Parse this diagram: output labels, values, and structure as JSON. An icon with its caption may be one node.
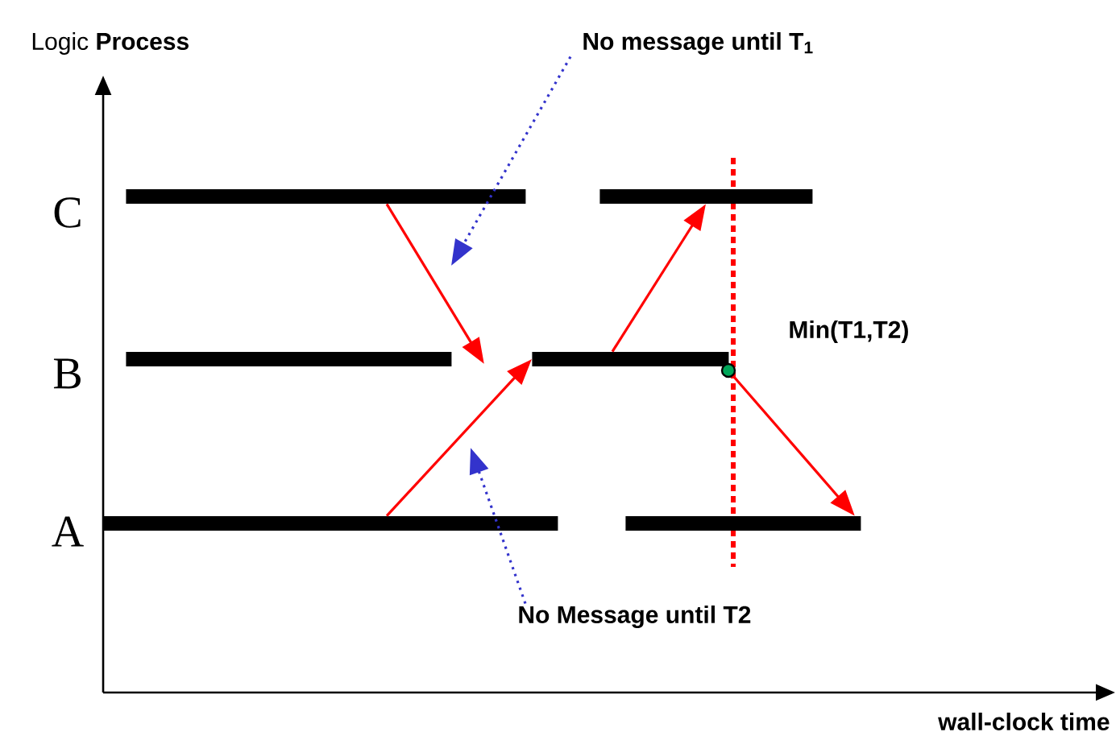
{
  "diagram": {
    "nodes": [
      {
        "text": [],
        "shape": "bar"
      },
      {
        "text": [],
        "shape": "bar"
      },
      {
        "text": [],
        "shape": "bar"
      },
      {
        "text": [],
        "shape": "bar"
      },
      {
        "text": [],
        "shape": "bar"
      },
      {
        "text": [],
        "shape": "bar"
      },
      {
        "text": [],
        "shape": "circle"
      },
      {
        "text": [
          "No message until T$_{1}$"
        ]
      },
      {
        "text": [
          "No Message until T2"
        ]
      }
    ],
    "edges": [
      {
        "from": 0,
        "to": 2,
        "arrow": "to"
      },
      {
        "from": 4,
        "to": 3,
        "arrow": "to"
      },
      {
        "from": 3,
        "to": 1,
        "arrow": "to"
      },
      {
        "from": 6,
        "to": 5,
        "arrow": "to"
      },
      {
        "from": 7,
        "to": null,
        "arrow": "to",
        "style": "dashed",
        "color": "#3333cc"
      },
      {
        "from": 8,
        "to": null,
        "arrow": "to",
        "style": "dashed",
        "color": "#3333cc"
      }
    ],
    "labels": [
      "Logic **Process**",
      "C",
      "B",
      "Min(T1,T2)",
      "A",
      "wall-clock time"
    ]
  }
}
